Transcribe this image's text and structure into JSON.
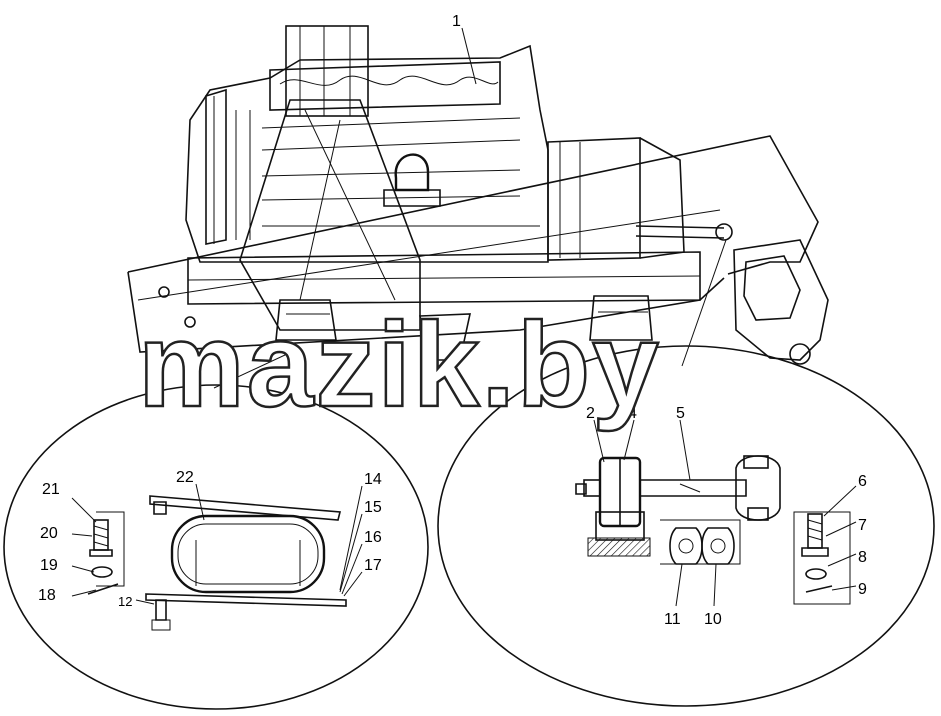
{
  "watermark": "mazik.by",
  "labels": {
    "l1": "1",
    "l2": "2",
    "l4": "4",
    "l5": "5",
    "l6": "6",
    "l7": "7",
    "l8": "8",
    "l9": "9",
    "l10": "10",
    "l11": "11",
    "l12": "12",
    "l14": "14",
    "l15": "15",
    "l16": "16",
    "l17": "17",
    "l18": "18",
    "l19": "19",
    "l20": "20",
    "l21": "21",
    "l22": "22"
  }
}
